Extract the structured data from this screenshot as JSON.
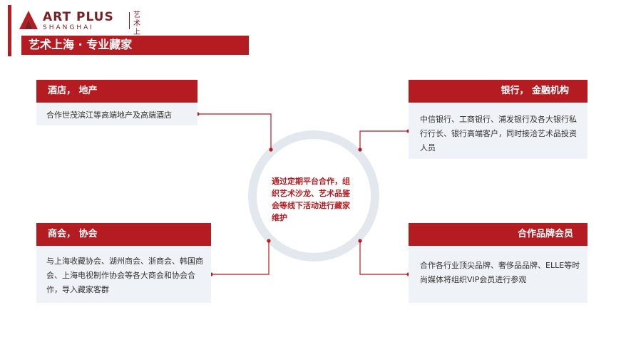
{
  "logo": {
    "en": "ART PLUS",
    "sub": "SHANGHAI",
    "cn_line1": "艺术",
    "cn_line2": "上海"
  },
  "header": {
    "title": "艺术上海 · 专业藏家"
  },
  "cards": [
    {
      "title": "酒店， 地产",
      "body": "合作世茂滨江等高端地产及高端酒店"
    },
    {
      "title": "银行， 金融机构",
      "body": "中信银行、工商银行、浦发银行及各大银行私行行长、银行高端客户，同时接洽艺术品投资人员"
    },
    {
      "title": "商会， 协会",
      "body": "与上海收藏协会、湖州商会、浙商会、韩国商会、上海电视制作协会等各大商会和协会合作，导入藏家客群"
    },
    {
      "title": "合作品牌会员",
      "body": "合作各行业顶尖品牌、奢侈品品牌、ELLE等时尚媒体将组织VIP会员进行参观"
    }
  ],
  "center": {
    "text": "通过定期平台合作，组织艺术沙龙、艺术品鉴会等线下活动进行藏家维护"
  },
  "colors": {
    "accent": "#b41c21",
    "card_bg": "#eff2f6",
    "logo": "#7a1f24"
  }
}
